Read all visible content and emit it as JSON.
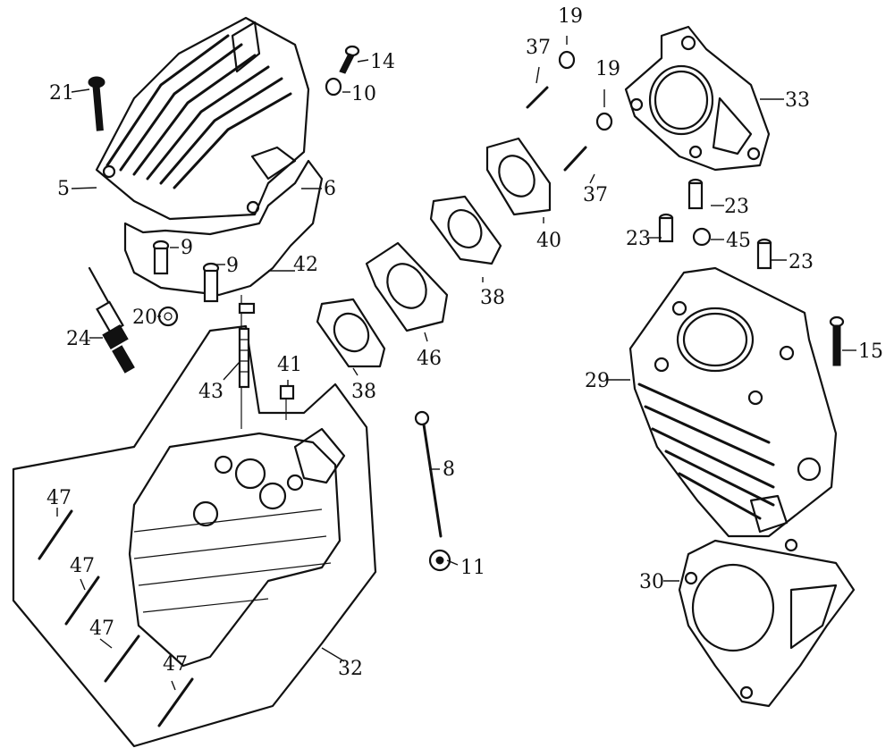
{
  "callouts": {
    "c5": "5",
    "c6": "6",
    "c8": "8",
    "c9a": "9",
    "c9b": "9",
    "c10": "10",
    "c11": "11",
    "c14": "14",
    "c15": "15",
    "c19a": "19",
    "c19b": "19",
    "c20": "20",
    "c21": "21",
    "c23a": "23",
    "c23b": "23",
    "c23c": "23",
    "c24": "24",
    "c29": "29",
    "c30": "30",
    "c32": "32",
    "c33": "33",
    "c37a": "37",
    "c37b": "37",
    "c38a": "38",
    "c38b": "38",
    "c40": "40",
    "c41": "41",
    "c42": "42",
    "c43": "43",
    "c45": "45",
    "c46": "46",
    "c47a": "47",
    "c47b": "47",
    "c47c": "47",
    "c47d": "47"
  }
}
